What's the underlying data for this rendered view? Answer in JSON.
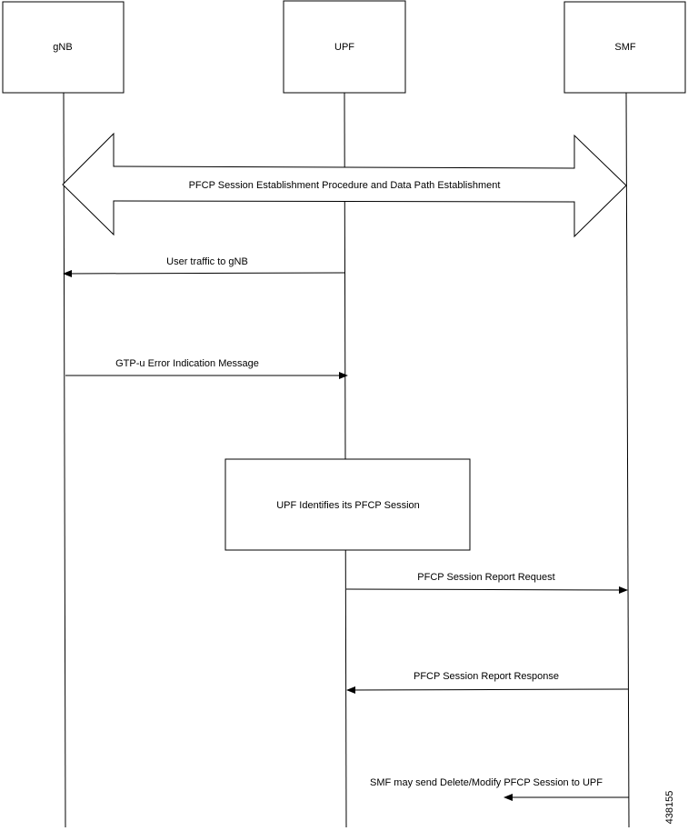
{
  "participants": {
    "gnb": "gNB",
    "upf": "UPF",
    "smf": "SMF"
  },
  "procedure_label": "PFCP Session Establishment Procedure and Data Path Establishment",
  "messages": {
    "user_traffic": "User traffic to gNB",
    "gtpu_error": "GTP-u Error Indication Message",
    "report_request": "PFCP Session Report Request",
    "report_response": "PFCP Session Report Response",
    "delete_modify": "SMF may send Delete/Modify PFCP Session to UPF"
  },
  "process_box": "UPF Identifies its PFCP Session",
  "figure_id": "438155"
}
